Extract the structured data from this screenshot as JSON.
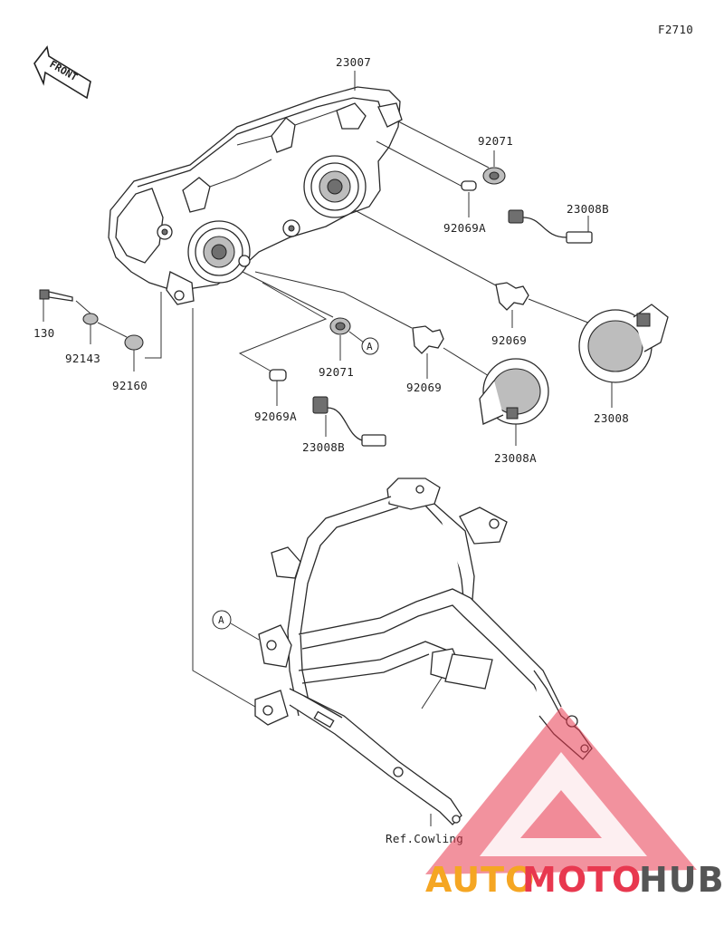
{
  "figure_code": "F2710",
  "front_label": "FRONT",
  "labels": {
    "p23007": "23007",
    "p92071_top": "92071",
    "p92069A_top": "92069A",
    "p23008B_top": "23008B",
    "p130": "130",
    "p92143": "92143",
    "p92160": "92160",
    "p92071_mid": "92071",
    "p92069_right": "92069",
    "p92069_mid": "92069",
    "p23008": "23008",
    "p92069A_mid": "92069A",
    "p23008B_mid": "23008B",
    "p23008A": "23008A",
    "ref_cowling": "Ref.Cowling"
  },
  "callouts": {
    "a_top": "A",
    "a_bottom": "A"
  },
  "watermark": {
    "part1": "AUTO",
    "part2": "MOTO",
    "part3": "HUB",
    "color1": "#f5a623",
    "color2": "#e8384f",
    "color3": "#555555"
  }
}
